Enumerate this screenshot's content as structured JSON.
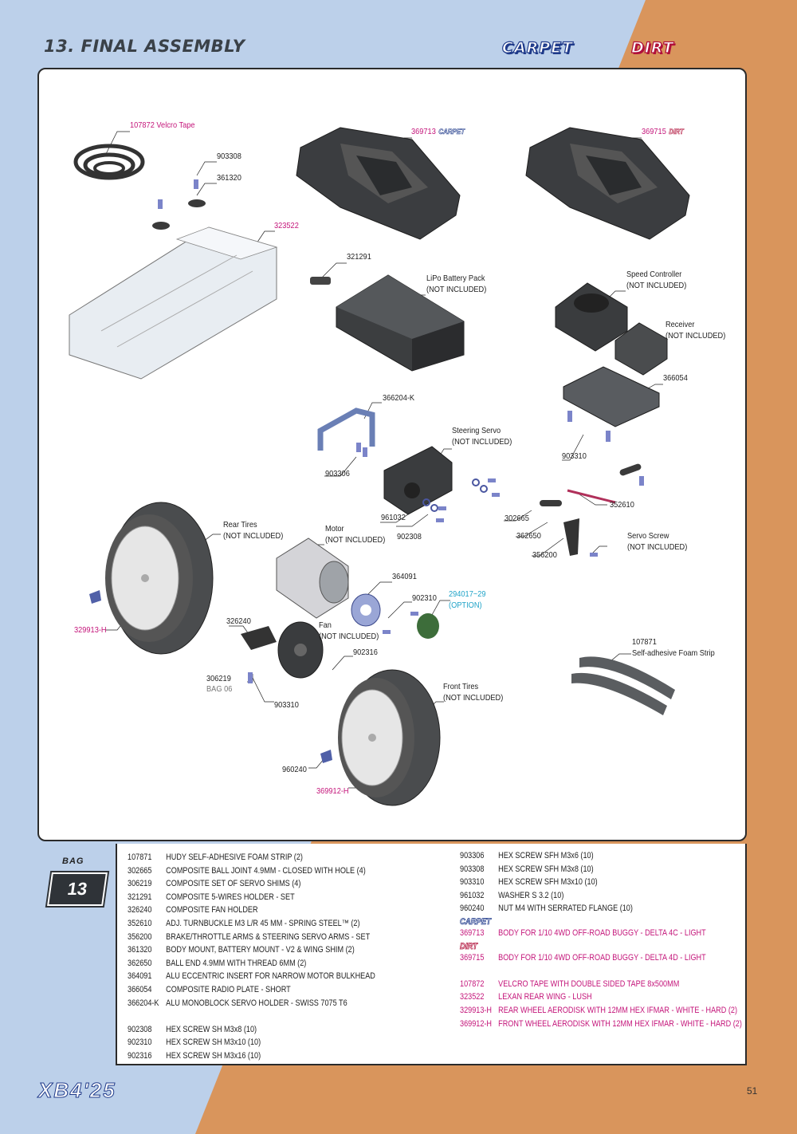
{
  "header": {
    "title": "13. FINAL ASSEMBLY",
    "carpet": "CARPET",
    "dirt": "DIRT"
  },
  "colors": {
    "blue_bg": "#bcd0ea",
    "orange_bg": "#d9955c",
    "pink": "#c4157a",
    "cyan": "#1fa3c8",
    "navy": "#1f3a8a"
  },
  "labels": {
    "velcro": "107872 Velcro Tape",
    "l903308": "903308",
    "l361320": "361320",
    "l323522": "323522",
    "l369713": "369713",
    "l369715": "369715",
    "l321291": "321291",
    "lipo1": "LiPo Battery Pack",
    "lipo2": "(NOT INCLUDED)",
    "speed1": "Speed Controller",
    "speed2": "(NOT INCLUDED)",
    "recv1": "Receiver",
    "recv2": "(NOT INCLUDED)",
    "l366054": "366054",
    "l366204k": "366204-K",
    "steer1": "Steering Servo",
    "steer2": "(NOT INCLUDED)",
    "l903310a": "903310",
    "l903306": "903306",
    "l352610": "352610",
    "l961032": "961032",
    "l302665": "302665",
    "rear1": "Rear Tires",
    "rear2": "(NOT INCLUDED)",
    "motor1": "Motor",
    "motor2": "(NOT INCLUDED)",
    "l902308": "902308",
    "l362650": "362650",
    "sscrew1": "Servo Screw",
    "sscrew2": "(NOT INCLUDED)",
    "l356200": "356200",
    "l364091": "364091",
    "l902310": "902310",
    "opt1": "294017~29",
    "opt2": "(OPTION)",
    "l329913h": "329913-H",
    "l326240": "326240",
    "fan1": "Fan",
    "fan2": "(NOT INCLUDED)",
    "l902316": "902316",
    "l107871": "107871",
    "foam": "Self-adhesive Foam Strip",
    "l306219": "306219",
    "bag06": "BAG 06",
    "l903310b": "903310",
    "front1": "Front Tires",
    "front2": "(NOT INCLUDED)",
    "l960240": "960240",
    "l369912h": "369912-H"
  },
  "bag": {
    "label": "BAG",
    "number": "13"
  },
  "parts_left": [
    {
      "code": "107871",
      "desc": "HUDY SELF-ADHESIVE FOAM STRIP (2)"
    },
    {
      "code": "302665",
      "desc": "COMPOSITE BALL JOINT 4.9MM - CLOSED WITH HOLE (4)"
    },
    {
      "code": "306219",
      "desc": "COMPOSITE SET OF SERVO SHIMS (4)"
    },
    {
      "code": "321291",
      "desc": "COMPOSITE 5-WIRES HOLDER - SET"
    },
    {
      "code": "326240",
      "desc": "COMPOSITE FAN HOLDER"
    },
    {
      "code": "352610",
      "desc": "ADJ. TURNBUCKLE M3 L/R 45 MM  - SPRING STEEL™ (2)"
    },
    {
      "code": "356200",
      "desc": "BRAKE/THROTTLE ARMS & STEERING SERVO ARMS - SET"
    },
    {
      "code": "361320",
      "desc": "BODY MOUNT, BATTERY MOUNT - V2 & WING SHIM (2)"
    },
    {
      "code": "362650",
      "desc": "BALL END 4.9MM WITH THREAD 6MM (2)"
    },
    {
      "code": "364091",
      "desc": "ALU ECCENTRIC INSERT FOR NARROW MOTOR BULKHEAD"
    },
    {
      "code": "366054",
      "desc": "COMPOSITE RADIO PLATE - SHORT"
    },
    {
      "code": "366204-K",
      "desc": "ALU MONOBLOCK SERVO HOLDER - SWISS 7075 T6"
    }
  ],
  "parts_left2": [
    {
      "code": "902308",
      "desc": "HEX SCREW  SH M3x8  (10)"
    },
    {
      "code": "902310",
      "desc": "HEX SCREW  SH M3x10  (10)"
    },
    {
      "code": "902316",
      "desc": "HEX SCREW  SH M3x16  (10)"
    }
  ],
  "parts_right": [
    {
      "code": "903306",
      "desc": "HEX SCREW  SFH M3x6  (10)"
    },
    {
      "code": "903308",
      "desc": "HEX SCREW  SFH M3x8  (10)"
    },
    {
      "code": "903310",
      "desc": "HEX SCREW  SFH M3x10  (10)"
    },
    {
      "code": "961032",
      "desc": "WASHER S 3.2  (10)"
    },
    {
      "code": "960240",
      "desc": "NUT M4 WITH SERRATED FLANGE  (10)"
    }
  ],
  "carpet_part": {
    "code": "369713",
    "desc": "BODY FOR 1/10 4WD OFF-ROAD BUGGY - DELTA 4C - LIGHT"
  },
  "dirt_part": {
    "code": "369715",
    "desc": "BODY FOR 1/10 4WD OFF-ROAD BUGGY - DELTA 4D - LIGHT"
  },
  "parts_pink": [
    {
      "code": "107872",
      "desc": "VELCRO TAPE WITH DOUBLE SIDED TAPE 8x500MM"
    },
    {
      "code": "323522",
      "desc": "LEXAN REAR WING - LUSH"
    },
    {
      "code": "329913-H",
      "desc": "REAR WHEEL AERODISK WITH 12MM HEX IFMAR - WHITE - HARD (2)"
    },
    {
      "code": "369912-H",
      "desc": "FRONT WHEEL AERODISK WITH 12MM HEX IFMAR - WHITE - HARD (2)"
    }
  ],
  "footer": {
    "model": "XB4'25",
    "page": "51"
  }
}
